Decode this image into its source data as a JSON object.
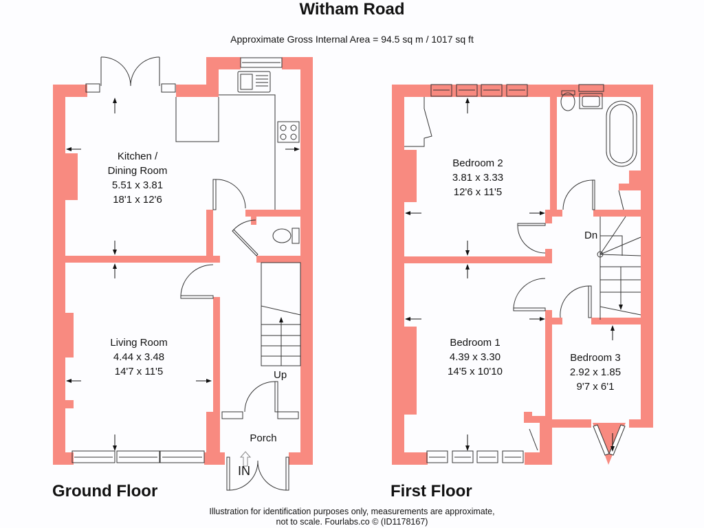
{
  "header": {
    "title": "Witham Road",
    "subtitle": "Approximate Gross Internal Area = 94.5 sq m / 1017 sq ft"
  },
  "colors": {
    "wall": "#f88a80",
    "background": "#fdfdff",
    "line": "#333333"
  },
  "ground_floor": {
    "label": "Ground Floor",
    "rooms": [
      {
        "name": "Kitchen /",
        "name2": "Dining Room",
        "metric": "5.51 x 3.81",
        "imperial": "18'1 x 12'6"
      },
      {
        "name": "Living Room",
        "metric": "4.44 x 3.48",
        "imperial": "14'7 x 11'5"
      },
      {
        "name": "Porch"
      }
    ],
    "markers": {
      "stairs": "Up",
      "entrance": "IN"
    }
  },
  "first_floor": {
    "label": "First Floor",
    "rooms": [
      {
        "name": "Bedroom 2",
        "metric": "3.81 x 3.33",
        "imperial": "12'6 x 11'5"
      },
      {
        "name": "Bedroom 1",
        "metric": "4.39 x 3.30",
        "imperial": "14'5 x 10'10"
      },
      {
        "name": "Bedroom 3",
        "metric": "2.92 x 1.85",
        "imperial": "9'7 x 6'1"
      }
    ],
    "markers": {
      "stairs": "Dn"
    }
  },
  "footer": {
    "line1": "Illustration for identification purposes only, measurements are approximate,",
    "line2": "not to scale. Fourlabs.co © (ID1178167)"
  }
}
